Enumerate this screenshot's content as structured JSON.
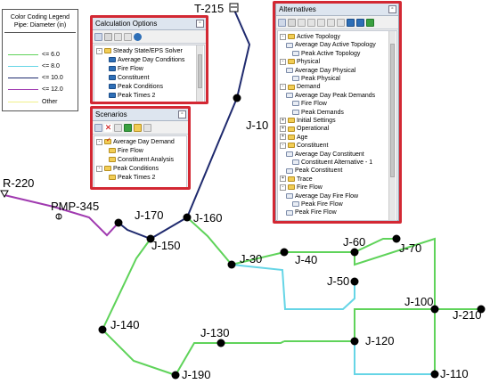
{
  "colors": {
    "pipe_dark": "#1f2a6e",
    "pipe_green": "#5fd35a",
    "pipe_cyan": "#66d5e6",
    "pipe_purple": "#a03ab0",
    "pipe_yellow": "#f0f08a",
    "highlight": "#d32833",
    "junction": "#000000"
  },
  "legend": {
    "title_line1": "Color Coding Legend",
    "title_line2": "Pipe: Diameter (in)",
    "rows": [
      {
        "label": "<=  6.0",
        "color": "#5fd35a"
      },
      {
        "label": "<=  8.0",
        "color": "#66d5e6"
      },
      {
        "label": "<=  10.0",
        "color": "#1f2a6e"
      },
      {
        "label": "<=  12.0",
        "color": "#a03ab0"
      },
      {
        "label": "Other",
        "color": "#f0f08a"
      }
    ]
  },
  "nodes": {
    "tank": "T-215",
    "reservoir": "R-220",
    "pump": "PMP-345",
    "junctions": [
      "J-10",
      "J-160",
      "J-170",
      "J-150",
      "J-30",
      "J-40",
      "J-50",
      "J-60",
      "J-70",
      "J-100",
      "J-210",
      "J-120",
      "J-110",
      "J-130",
      "J-140",
      "J-190"
    ]
  },
  "calc_panel": {
    "title": "Calculation Options",
    "items": [
      {
        "label": "Steady State/EPS Solver",
        "icon": "folder-icon",
        "level": 0
      },
      {
        "label": "Average Day Conditions",
        "icon": "sheet-icon",
        "level": 1
      },
      {
        "label": "Fire Flow",
        "icon": "sheet-icon",
        "level": 1
      },
      {
        "label": "Constituent",
        "icon": "sheet-icon",
        "level": 1
      },
      {
        "label": "Peak Conditions",
        "icon": "sheet-icon",
        "level": 1
      },
      {
        "label": "Peak Times 2",
        "icon": "sheet-icon",
        "level": 1
      }
    ]
  },
  "scen_panel": {
    "title": "Scenarios",
    "items": [
      {
        "label": "Average Day Demand",
        "icon": "check-icon",
        "level": 0
      },
      {
        "label": "Fire Flow",
        "icon": "folder-icon",
        "level": 1
      },
      {
        "label": "Constituent Analysis",
        "icon": "folder-icon",
        "level": 1
      },
      {
        "label": "Peak Conditions",
        "icon": "folder-icon",
        "level": 0
      },
      {
        "label": "Peak Times 2",
        "icon": "folder-icon",
        "level": 1
      }
    ]
  },
  "alt_panel": {
    "title": "Alternatives",
    "items": [
      {
        "label": "Active Topology",
        "icon": "folder-icon",
        "level": 0,
        "exp": "-"
      },
      {
        "label": "Average Day Active Topology",
        "icon": "alt-icon",
        "level": 1,
        "exp": ""
      },
      {
        "label": "Peak Active Topology",
        "icon": "alt-icon",
        "level": 2,
        "exp": ""
      },
      {
        "label": "Physical",
        "icon": "folder-icon",
        "level": 0,
        "exp": "-"
      },
      {
        "label": "Average Day Physical",
        "icon": "alt-icon",
        "level": 1,
        "exp": ""
      },
      {
        "label": "Peak Physical",
        "icon": "alt-icon",
        "level": 2,
        "exp": ""
      },
      {
        "label": "Demand",
        "icon": "folder-icon",
        "level": 0,
        "exp": "-"
      },
      {
        "label": "Average Day Peak Demands",
        "icon": "alt-icon",
        "level": 1,
        "exp": ""
      },
      {
        "label": "Fire Flow",
        "icon": "alt-icon",
        "level": 2,
        "exp": ""
      },
      {
        "label": "Peak Demands",
        "icon": "alt-icon",
        "level": 2,
        "exp": ""
      },
      {
        "label": "Initial Settings",
        "icon": "folder-icon",
        "level": 0,
        "exp": "+"
      },
      {
        "label": "Operational",
        "icon": "folder-icon",
        "level": 0,
        "exp": "+"
      },
      {
        "label": "Age",
        "icon": "folder-icon",
        "level": 0,
        "exp": "+"
      },
      {
        "label": "Constituent",
        "icon": "folder-icon",
        "level": 0,
        "exp": "-"
      },
      {
        "label": "Average Day Constituent",
        "icon": "alt-icon",
        "level": 1,
        "exp": ""
      },
      {
        "label": "Constituent Alternative - 1",
        "icon": "alt-icon",
        "level": 2,
        "exp": ""
      },
      {
        "label": "Peak Constituent",
        "icon": "alt-icon",
        "level": 1,
        "exp": ""
      },
      {
        "label": "Trace",
        "icon": "folder-icon",
        "level": 0,
        "exp": "+"
      },
      {
        "label": "Fire Flow",
        "icon": "folder-icon",
        "level": 0,
        "exp": "-"
      },
      {
        "label": "Average Day Fire Flow",
        "icon": "alt-icon",
        "level": 1,
        "exp": ""
      },
      {
        "label": "Peak Fire Flow",
        "icon": "alt-icon",
        "level": 2,
        "exp": ""
      },
      {
        "label": "Peak Fire Flow",
        "icon": "alt-icon",
        "level": 1,
        "exp": ""
      }
    ]
  }
}
